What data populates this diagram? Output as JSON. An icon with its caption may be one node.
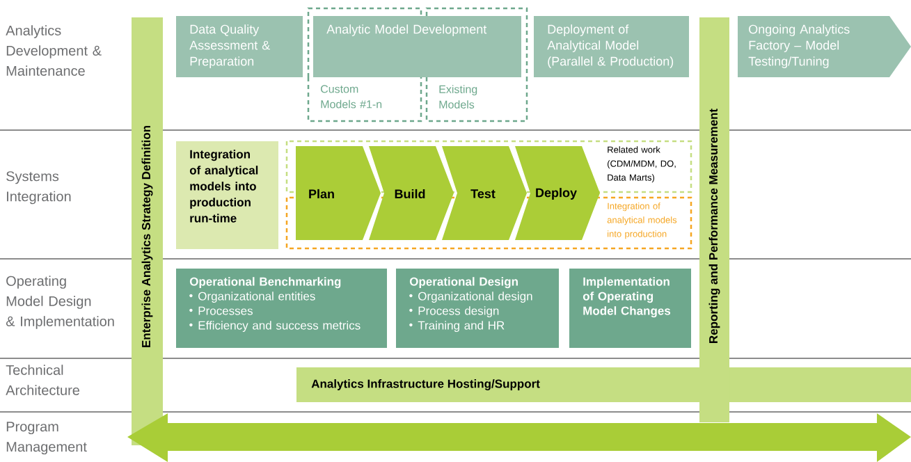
{
  "diagram": {
    "nodes": [
      {
        "text": [
          "Enterprise Analytics Strategy Definition"
        ]
      },
      {
        "text": [
          "Reporting and Performance Measurement"
        ]
      },
      {
        "text": [
          "Data Quality Assessment & Preparation"
        ]
      },
      {
        "text": [
          "Analytic Model Development"
        ]
      },
      {
        "text": [
          "Custom Models #1-n"
        ]
      },
      {
        "text": [
          "Existing Models"
        ]
      },
      {
        "text": [
          "Deployment of Analytical Model (Parallel & Production)"
        ]
      },
      {
        "text": [
          "Ongoing Analytics Factory – Model Testing/Tuning"
        ]
      },
      {
        "text": [
          "Integration of analytical models into production run-time"
        ]
      },
      {
        "text": [
          "Related work (CDM/MDM, DO, Data Marts)"
        ]
      },
      {
        "text": [
          "Integration of analytical models into production"
        ]
      },
      {
        "text": [
          "Plan"
        ]
      },
      {
        "text": [
          "Build"
        ]
      },
      {
        "text": [
          "Test"
        ]
      },
      {
        "text": [
          "Deploy"
        ]
      },
      {
        "text": [
          "Operational Benchmarking",
          "Organizational entities",
          "Processes",
          "Efficiency and success metrics"
        ]
      },
      {
        "text": [
          "Operational Design",
          "Organizational design",
          "Process design",
          "Training and HR"
        ]
      },
      {
        "text": [
          "Implementation of Operating Model Changes"
        ]
      },
      {
        "text": [
          "Analytics Infrastructure Hosting/Support"
        ]
      }
    ],
    "labels": [
      "Analytics Development & Maintenance",
      "Systems Integration",
      "Operating Model Design & Implementation",
      "Technical Architecture",
      "Program Management"
    ]
  }
}
